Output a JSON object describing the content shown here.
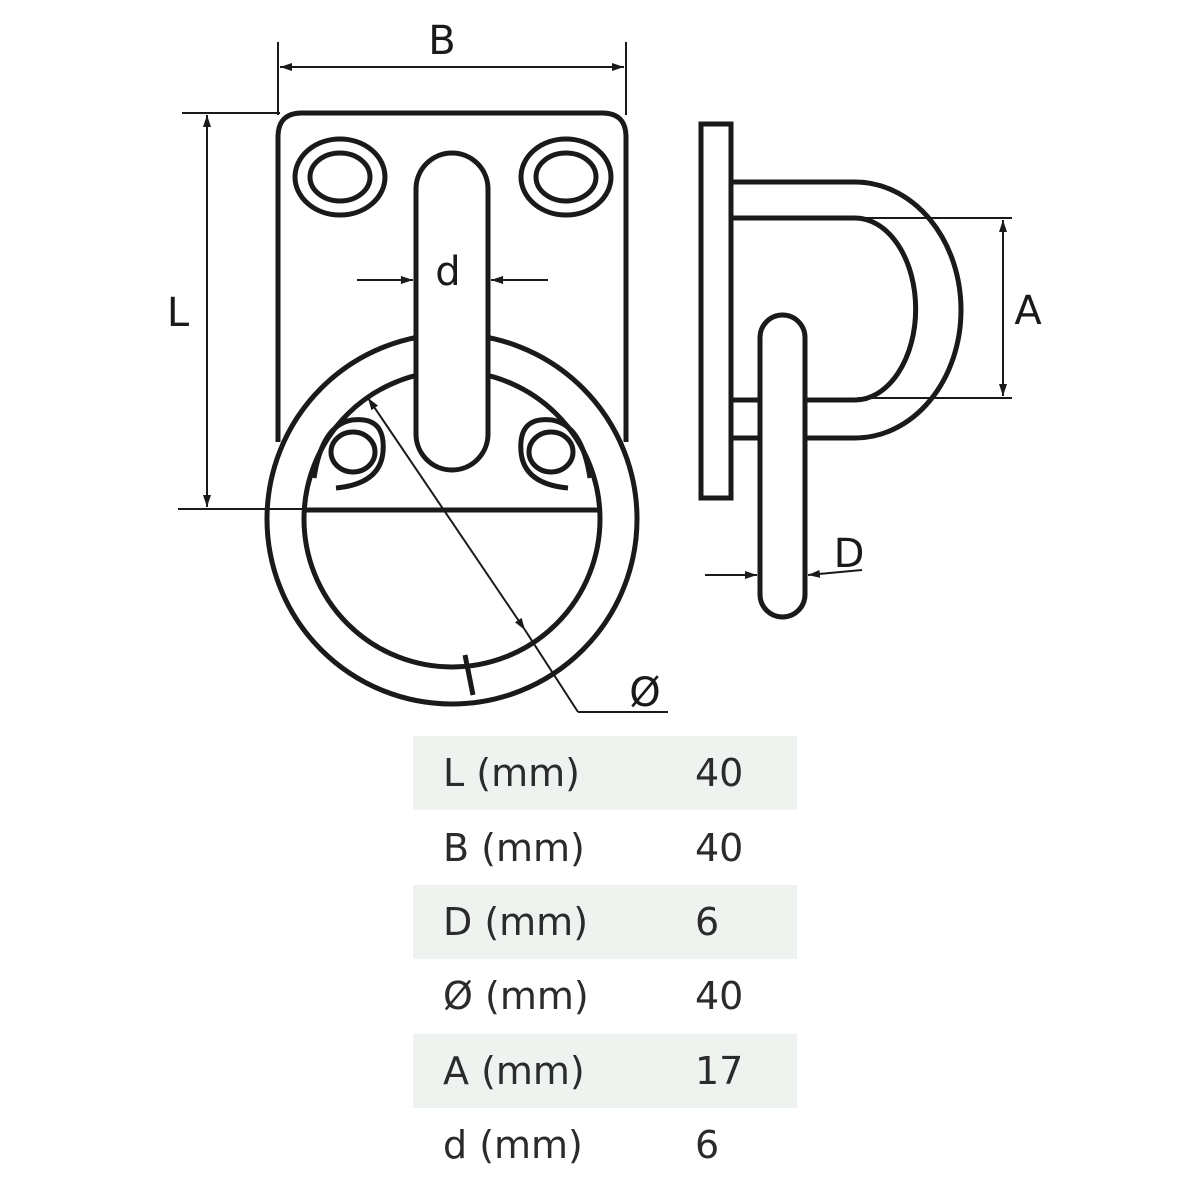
{
  "drawing": {
    "labels": {
      "B": "B",
      "L": "L",
      "d": "d",
      "A": "A",
      "D": "D",
      "phi": "Ø"
    }
  },
  "specs": [
    {
      "param": "L (mm)",
      "value": "40"
    },
    {
      "param": "B (mm)",
      "value": "40"
    },
    {
      "param": "D (mm)",
      "value": "6"
    },
    {
      "param": "Ø (mm)",
      "value": "40"
    },
    {
      "param": "A (mm)",
      "value": "17"
    },
    {
      "param": "d (mm)",
      "value": "6"
    }
  ]
}
